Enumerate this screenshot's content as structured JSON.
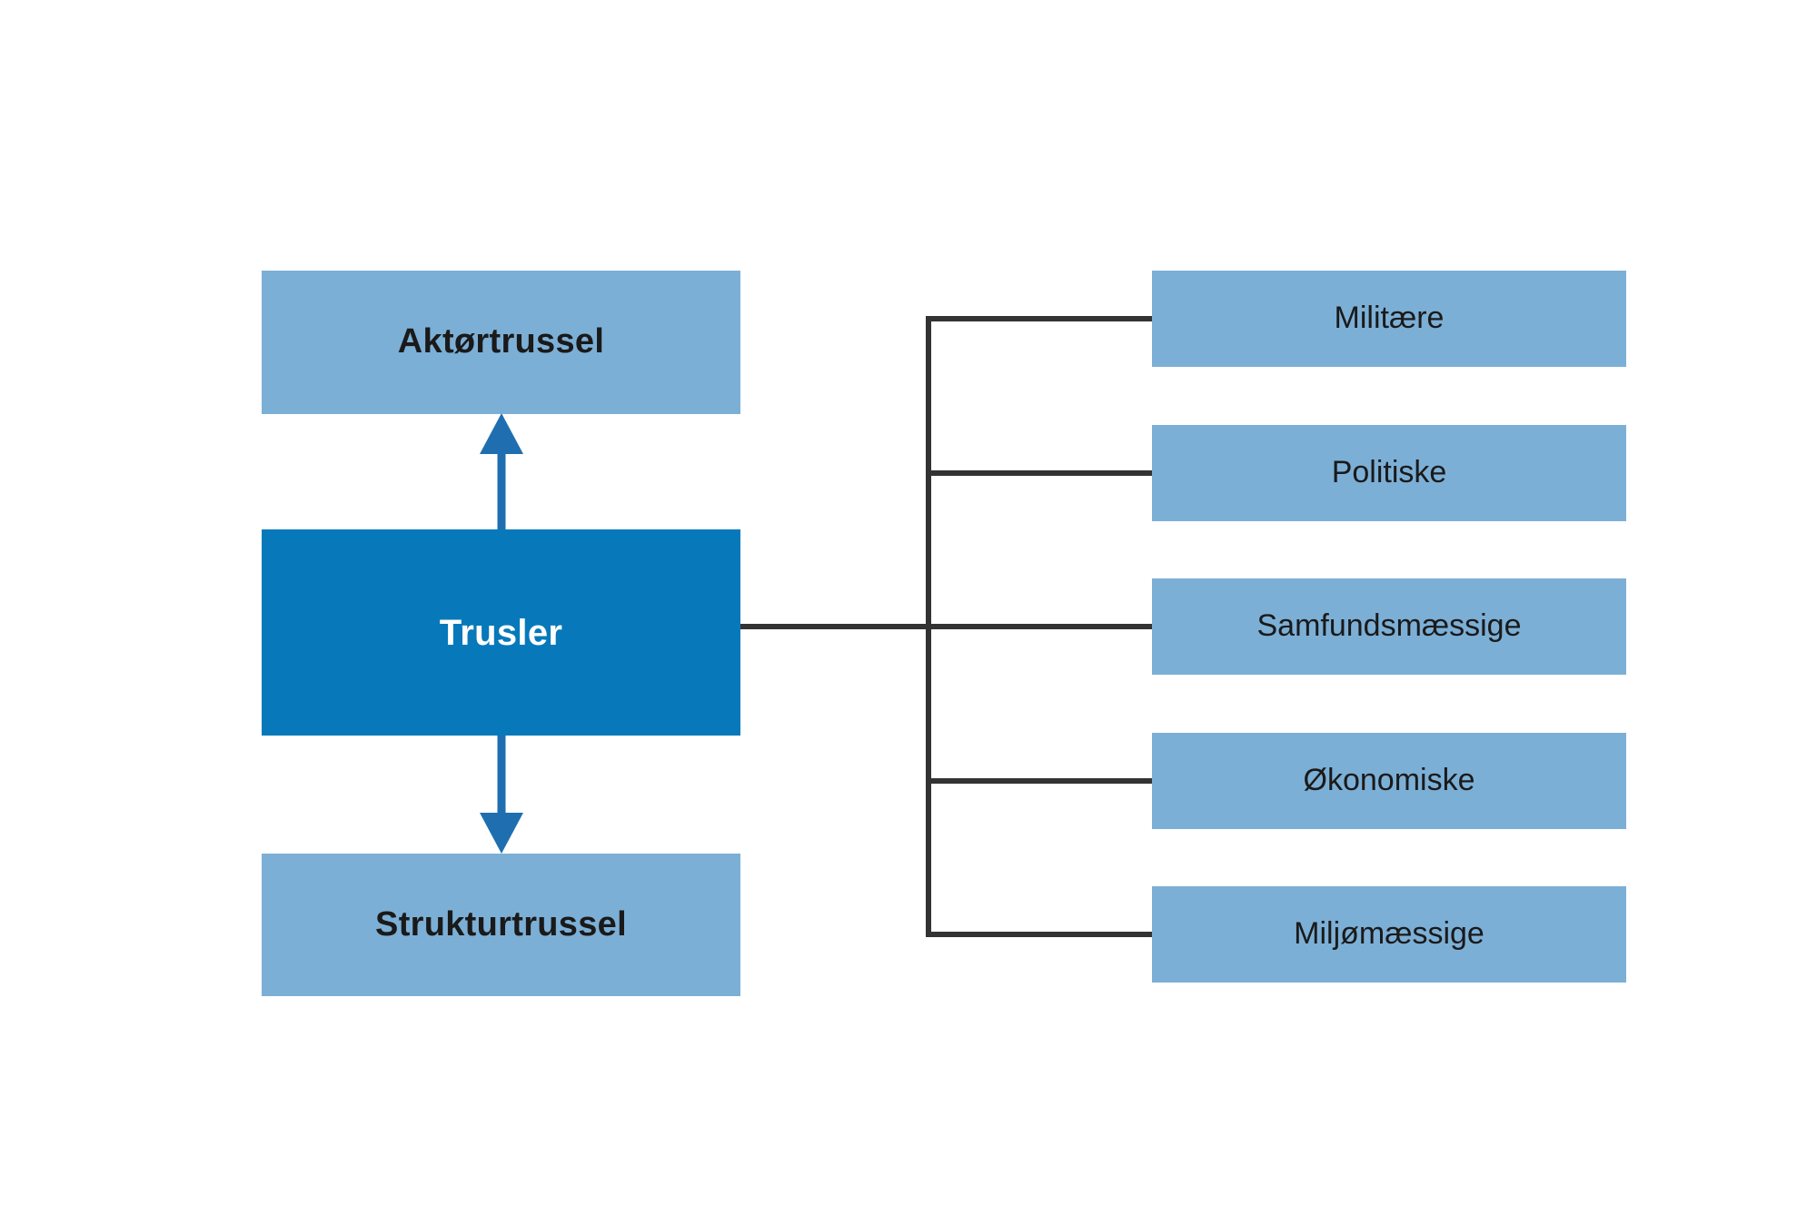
{
  "diagram": {
    "title": "Trusler",
    "language": "da",
    "background_color": "#ffffff",
    "colors": {
      "node_light": "#7CAFD6",
      "node_primary": "#0779BA",
      "arrow": "#1F6FB0",
      "bracket_line": "#333333",
      "text_dark": "#1a1a1a",
      "text_light": "#ffffff"
    },
    "center": {
      "label": "Trusler"
    },
    "left_nodes": [
      {
        "label": "Aktørtrussel"
      },
      {
        "label": "Strukturtrussel"
      }
    ],
    "right_nodes": [
      {
        "label": "Militære"
      },
      {
        "label": "Politiske"
      },
      {
        "label": "Samfundsmæssige"
      },
      {
        "label": "Økonomiske"
      },
      {
        "label": "Miljømæssige"
      }
    ],
    "connectors": {
      "up_arrow": {
        "from": "Trusler",
        "to": "Aktørtrussel",
        "direction": "up"
      },
      "down_arrow": {
        "from": "Trusler",
        "to": "Strukturtrussel",
        "direction": "down"
      },
      "bracket": {
        "from": "Trusler",
        "to_count": 5,
        "style": "square-bracket"
      }
    }
  }
}
